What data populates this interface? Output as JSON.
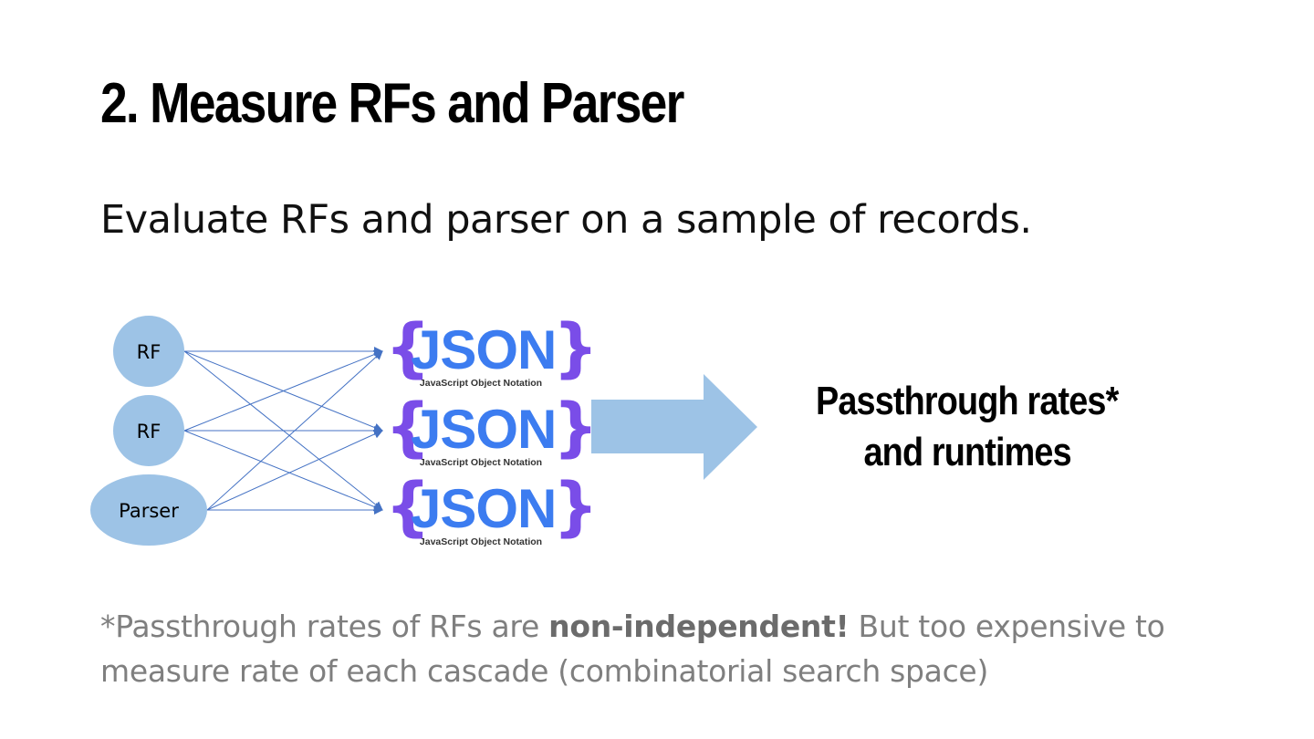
{
  "slide": {
    "title": "2. Measure RFs and Parser",
    "subtitle": "Evaluate RFs and parser on a sample of records."
  },
  "diagram": {
    "sources": [
      {
        "label": "RF"
      },
      {
        "label": "RF"
      },
      {
        "label": "Parser"
      }
    ],
    "targets": [
      {
        "logo_text": "JSON",
        "caption": "JavaScript Object Notation"
      },
      {
        "logo_text": "JSON",
        "caption": "JavaScript Object Notation"
      },
      {
        "logo_text": "JSON",
        "caption": "JavaScript Object Notation"
      }
    ],
    "result_line1": "Passthrough rates*",
    "result_line2": "and runtimes",
    "colors": {
      "node_fill": "#9dc3e6",
      "edge": "#4472c4",
      "arrow_fill": "#9dc3e6",
      "json_brace": "#7a4de8",
      "json_text": "#3c7cf0"
    }
  },
  "footnote": {
    "prefix": "*Passthrough rates of RFs are ",
    "emphasis": "non-independent!",
    "suffix": " But too expensive to measure rate of each cascade (combinatorial search space)"
  }
}
